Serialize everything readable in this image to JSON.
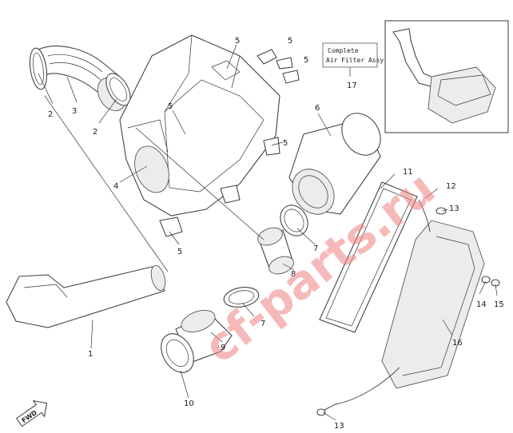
{
  "callouts": {
    "c1": "1",
    "c2a": "2",
    "c2b": "2",
    "c3": "3",
    "c4": "4",
    "c5a": "5",
    "c5b": "5",
    "c5c": "5",
    "c5d": "5",
    "c5e": "5",
    "c5f": "5",
    "c6": "6",
    "c7a": "7",
    "c7b": "7",
    "c8": "8",
    "c9": "9",
    "c10": "10",
    "c11": "11",
    "c12": "12",
    "c13a": "13",
    "c13b": "13",
    "c14": "14",
    "c15": "15",
    "c16": "16",
    "c17": "17"
  },
  "assembly_box": {
    "line1": "Complete",
    "line2": "Air Filter Assy"
  },
  "watermark": "cf-parts.ru",
  "direction_arrow": "FWD",
  "colors": {
    "watermark": "#f08080",
    "line": "#444444"
  }
}
